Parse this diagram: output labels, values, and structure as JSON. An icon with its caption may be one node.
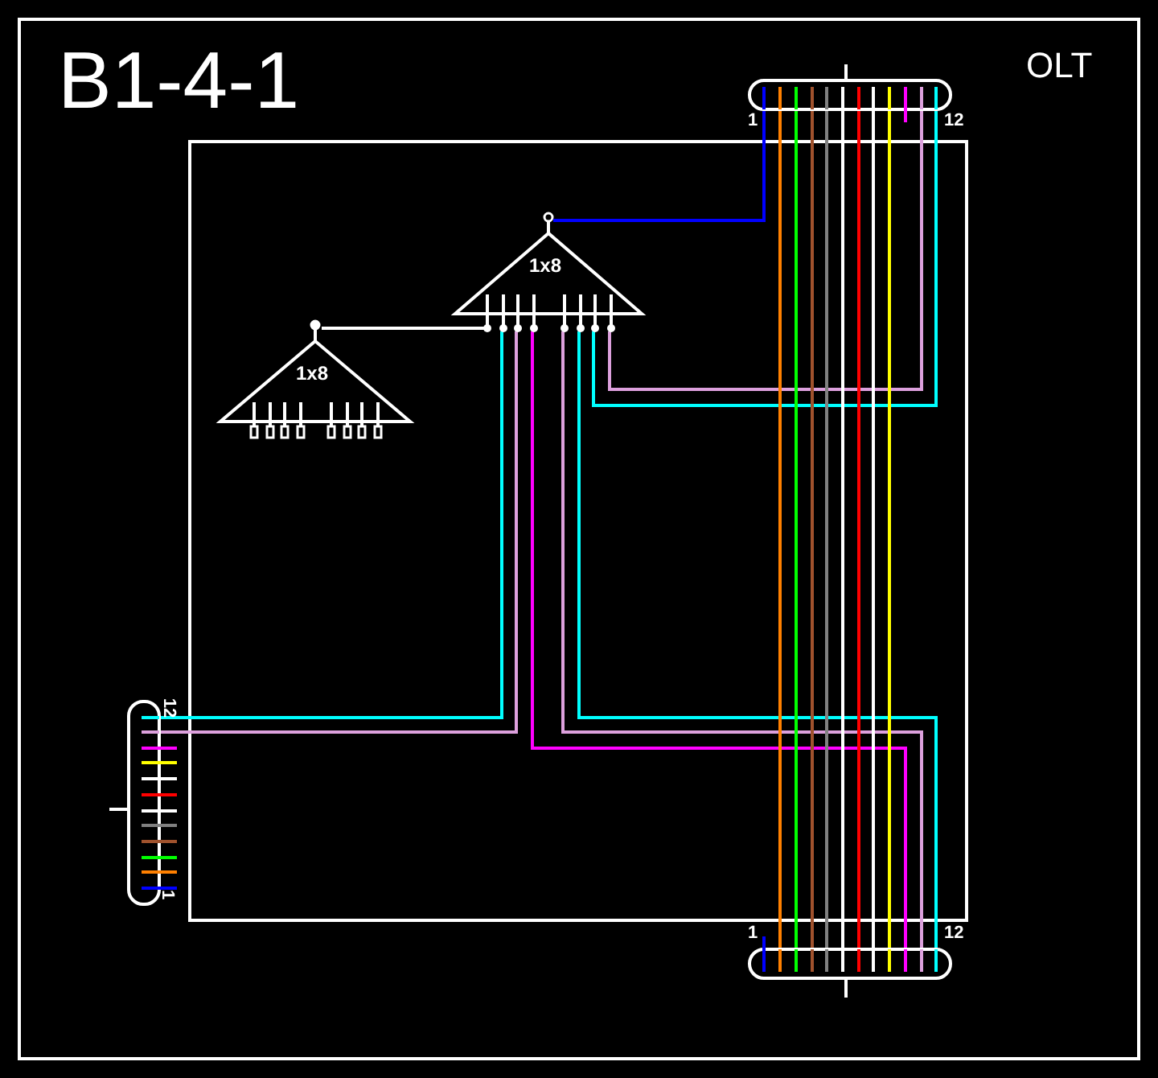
{
  "diagram": {
    "title": "B1-4-1",
    "nodes": [
      {
        "text": [
          "1",
          "12"
        ]
      },
      {
        "text": [
          "1x8"
        ]
      },
      {
        "text": [
          "1x8"
        ]
      },
      {
        "text": [
          "12",
          "1"
        ]
      },
      {
        "text": [
          "1",
          "12"
        ]
      }
    ],
    "edges": [
      {
        "from": 0,
        "to": 1,
        "arrow": "none",
        "color": "#0000ff"
      },
      {
        "from": 1,
        "to": 2,
        "arrow": "none",
        "color": "#ffffff"
      },
      {
        "from": 1,
        "to": 3,
        "arrow": "none",
        "color": "#00ffff"
      },
      {
        "from": 1,
        "to": 3,
        "arrow": "none",
        "color": "#dda0dd"
      },
      {
        "from": 1,
        "to": 4,
        "arrow": "none",
        "color": "#ff00ff"
      },
      {
        "from": 1,
        "to": 4,
        "arrow": "none",
        "color": "#dda0dd"
      },
      {
        "from": 1,
        "to": 4,
        "arrow": "none",
        "color": "#00ffff"
      },
      {
        "from": 1,
        "to": 0,
        "arrow": "none",
        "color": "#00ffff"
      },
      {
        "from": 1,
        "to": 0,
        "arrow": "none",
        "color": "#dda0dd"
      },
      {
        "from": 0,
        "to": 4,
        "arrow": "none",
        "color": "#ff8000"
      },
      {
        "from": 0,
        "to": 4,
        "arrow": "none",
        "color": "#00ff00"
      },
      {
        "from": 0,
        "to": 4,
        "arrow": "none",
        "color": "#a0522d"
      },
      {
        "from": 0,
        "to": 4,
        "arrow": "none",
        "color": "#808080"
      },
      {
        "from": 0,
        "to": 4,
        "arrow": "none",
        "color": "#ffffff"
      },
      {
        "from": 0,
        "to": 4,
        "arrow": "none",
        "color": "#ff0000"
      },
      {
        "from": 0,
        "to": 4,
        "arrow": "none",
        "color": "#ffffff"
      },
      {
        "from": 0,
        "to": 4,
        "arrow": "none",
        "color": "#ffff00"
      }
    ],
    "labels": [
      "OLT"
    ]
  }
}
